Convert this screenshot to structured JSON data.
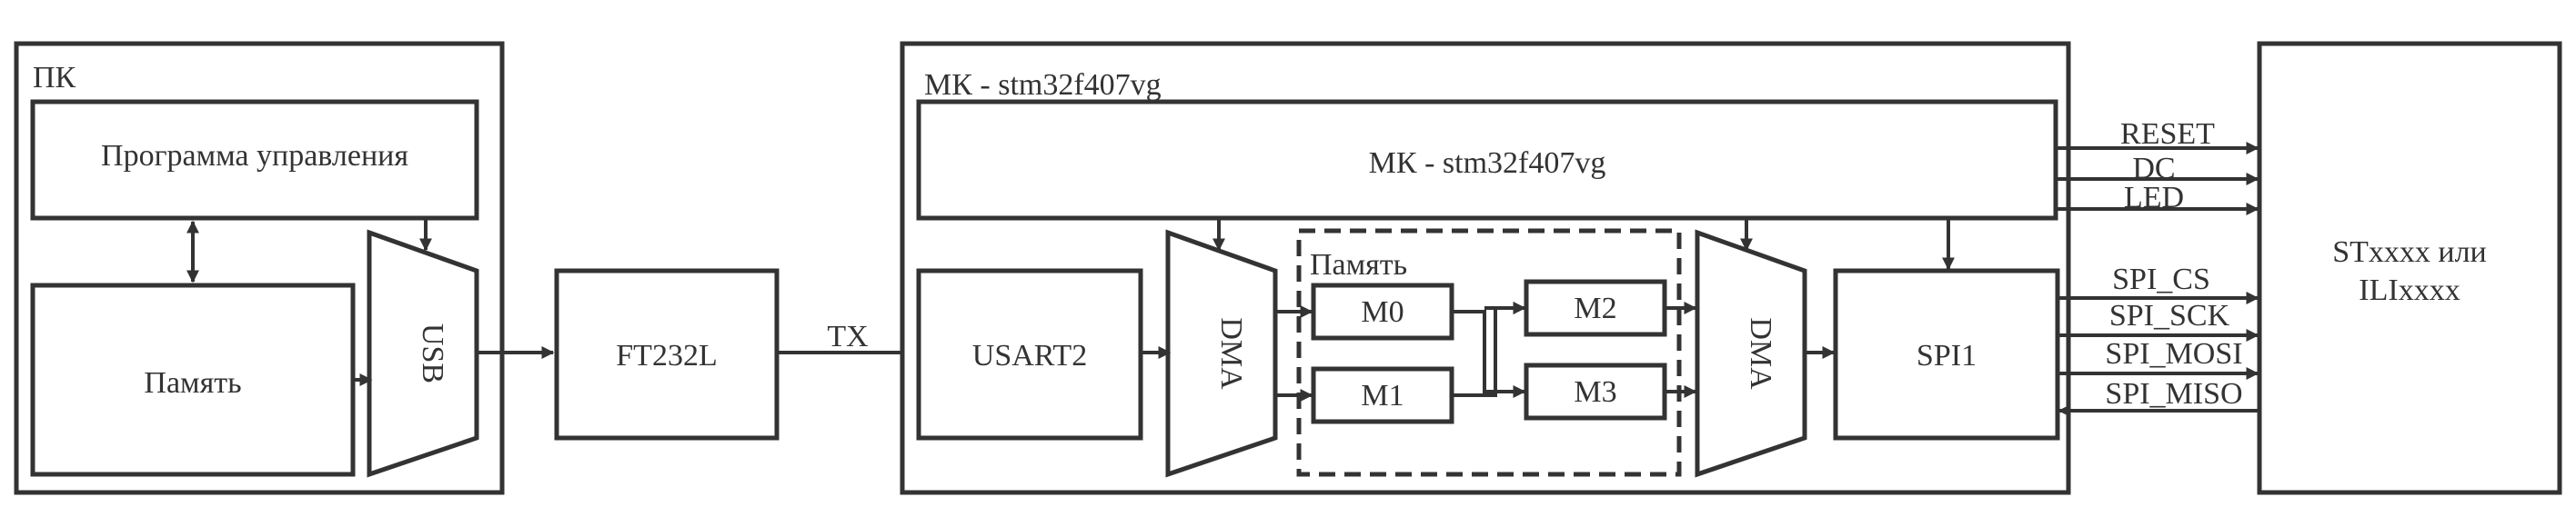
{
  "pc": {
    "label": "ПК",
    "program": "Программа управления",
    "memory": "Память",
    "usb": "USB"
  },
  "ft232": "FT232L",
  "tx": "TX",
  "mcu": {
    "outer_label": "МК - stm32f407vg",
    "core": "МК - stm32f407vg",
    "usart": "USART2",
    "dma_in": "DMA",
    "memory_group": "Память",
    "m0": "M0",
    "m1": "M1",
    "m2": "M2",
    "m3": "M3",
    "dma_out": "DMA",
    "spi": "SPI1"
  },
  "signals": {
    "reset": "RESET",
    "dc": "DC",
    "led": "LED",
    "spi_cs": "SPI_CS",
    "spi_sck": "SPI_SCK",
    "spi_mosi": "SPI_MOSI",
    "spi_miso": "SPI_MISO"
  },
  "display": {
    "line1": "STxxxx или",
    "line2": "ILIxxxx"
  }
}
